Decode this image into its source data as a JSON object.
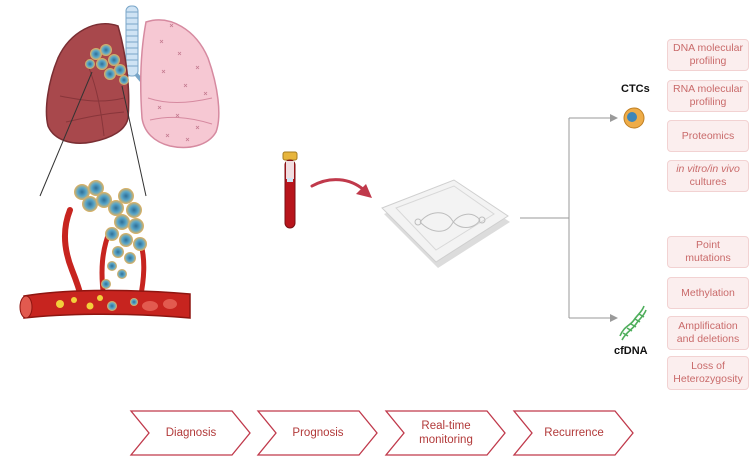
{
  "colors": {
    "accent": "#c0394b",
    "box_fill": "#fbeeee",
    "box_text": "#c96a6a",
    "stage_text": "#b23a3a",
    "blood": "#b8151c",
    "cell": "#5aa7c9"
  },
  "analyte_labels": {
    "ctc": "CTCs",
    "cfdna": "cfDNA"
  },
  "ctc_analyses": [
    {
      "line1": "DNA molecular",
      "line2": "profiling"
    },
    {
      "line1": "RNA molecular",
      "line2": "profiling"
    },
    {
      "line1": "Proteomics",
      "line2": ""
    },
    {
      "line1": "in vitro/in vivo",
      "line2": "cultures"
    }
  ],
  "cfdna_analyses": [
    {
      "line1": "Point",
      "line2": "mutations"
    },
    {
      "line1": "Methylation",
      "line2": ""
    },
    {
      "line1": "Amplification",
      "line2": "and deletions"
    },
    {
      "line1": "Loss of",
      "line2": "Heterozygosity"
    }
  ],
  "clinical_stages": [
    {
      "line1": "Diagnosis",
      "line2": ""
    },
    {
      "line1": "Prognosis",
      "line2": ""
    },
    {
      "line1": "Real-time",
      "line2": "monitoring"
    },
    {
      "line1": "Recurrence",
      "line2": ""
    }
  ],
  "icons": [
    "lungs-icon",
    "tumor-cluster-icon",
    "blood-vessel-icon",
    "blood-tube-icon",
    "arrow-icon",
    "microfluidic-chip-icon",
    "ctc-cell-icon",
    "dna-helix-icon"
  ]
}
